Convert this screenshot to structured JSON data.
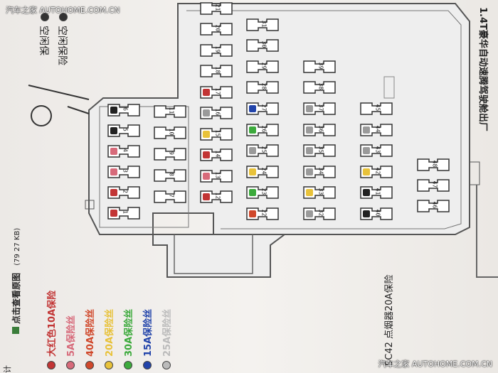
{
  "watermark": {
    "top": "汽车之家 AUTOHOME.COM.CN",
    "bottom": "汽车之家 AUTOHOME.COM.CN"
  },
  "left_text": {
    "click_link": "点击查看原图",
    "size": "(79 27 KB)",
    "frag": "计"
  },
  "legend": [
    {
      "label": "大红色10A保险",
      "color": "#c23535"
    },
    {
      "label": "5A保险丝",
      "color": "#d76a7a"
    },
    {
      "label": "40A保险丝",
      "color": "#d0482b"
    },
    {
      "label": "20A保险丝",
      "color": "#e8c23a"
    },
    {
      "label": "30A保险丝",
      "color": "#3caa3c"
    },
    {
      "label": "15A保险丝",
      "color": "#2244aa"
    },
    {
      "label": "25A保险丝",
      "color": "#bbbbbb"
    }
  ],
  "sc42": "SC42 点烟器20A保险",
  "right_title": "1.4T豪华自动速腾驾驶舱出厂",
  "notes": [
    "空闲保",
    "空闲保险"
  ],
  "fuses": {
    "col1": [
      "1",
      "2",
      "3",
      "4",
      "5",
      "6"
    ],
    "col2": [
      "7",
      "8",
      "9",
      "10",
      "11"
    ],
    "col3": [
      "12",
      "13",
      "14",
      "15",
      "16",
      "17",
      "18",
      "19",
      "20",
      "21"
    ],
    "col4": [
      "22",
      "23",
      "24",
      "25",
      "26",
      "27",
      "28",
      "29",
      "30",
      "31"
    ],
    "col5": [
      "32",
      "33",
      "34",
      "35",
      "36",
      "37",
      "38",
      "39"
    ],
    "col6": [
      "40",
      "41",
      "42",
      "43",
      "44",
      "45"
    ],
    "col7": [
      "46",
      "47",
      "48"
    ]
  },
  "colors": {
    "red": "#c23535",
    "pink": "#d76a7a",
    "orange": "#d0482b",
    "yellow": "#e8c23a",
    "green": "#3caa3c",
    "blue": "#2244aa",
    "gray": "#9a9a9a",
    "black": "#222222"
  }
}
